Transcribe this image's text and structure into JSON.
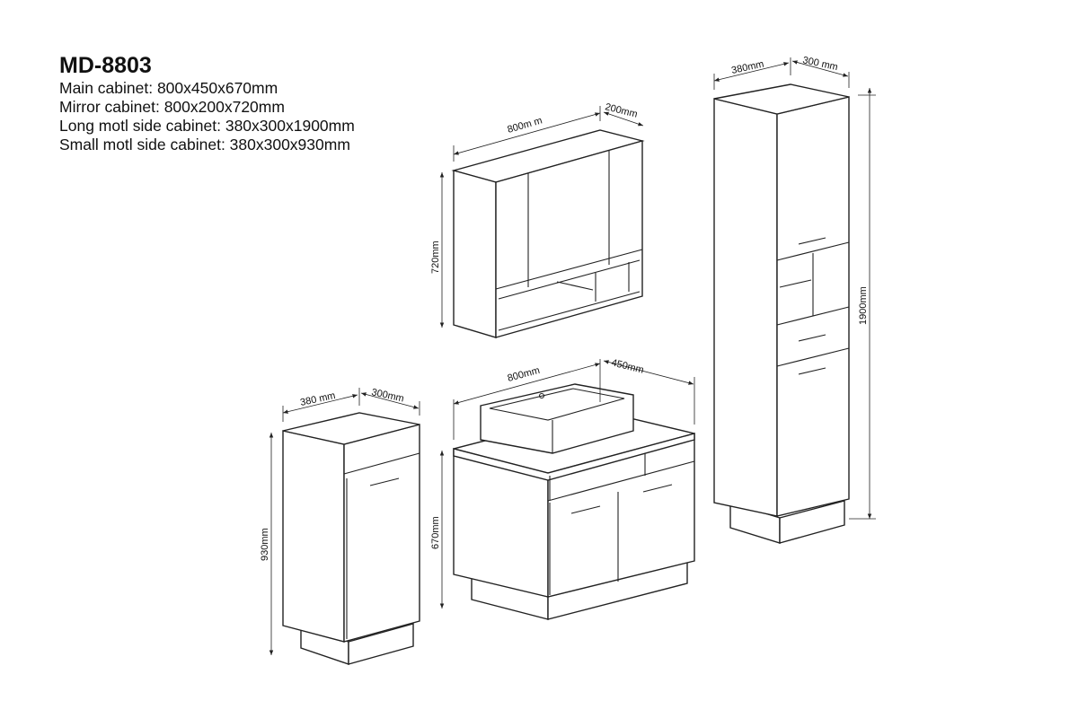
{
  "spec": {
    "model": "MD-8803",
    "lines": [
      "Main cabinet: 800x450x670mm",
      "Mirror cabinet: 800x200x720mm",
      "Long motl side cabinet: 380x300x1900mm",
      "Small motl side cabinet: 380x300x930mm"
    ]
  },
  "dimensions": {
    "mirror": {
      "width": "800m m",
      "depth": "200mm",
      "height": "720mm"
    },
    "main": {
      "width": "800mm",
      "depth": "450mm",
      "height": "670mm"
    },
    "small": {
      "width": "380 mm",
      "depth": "300mm",
      "height": "930mm"
    },
    "tall": {
      "width": "380mm",
      "depth": "300 mm",
      "height": "1900mm"
    }
  }
}
